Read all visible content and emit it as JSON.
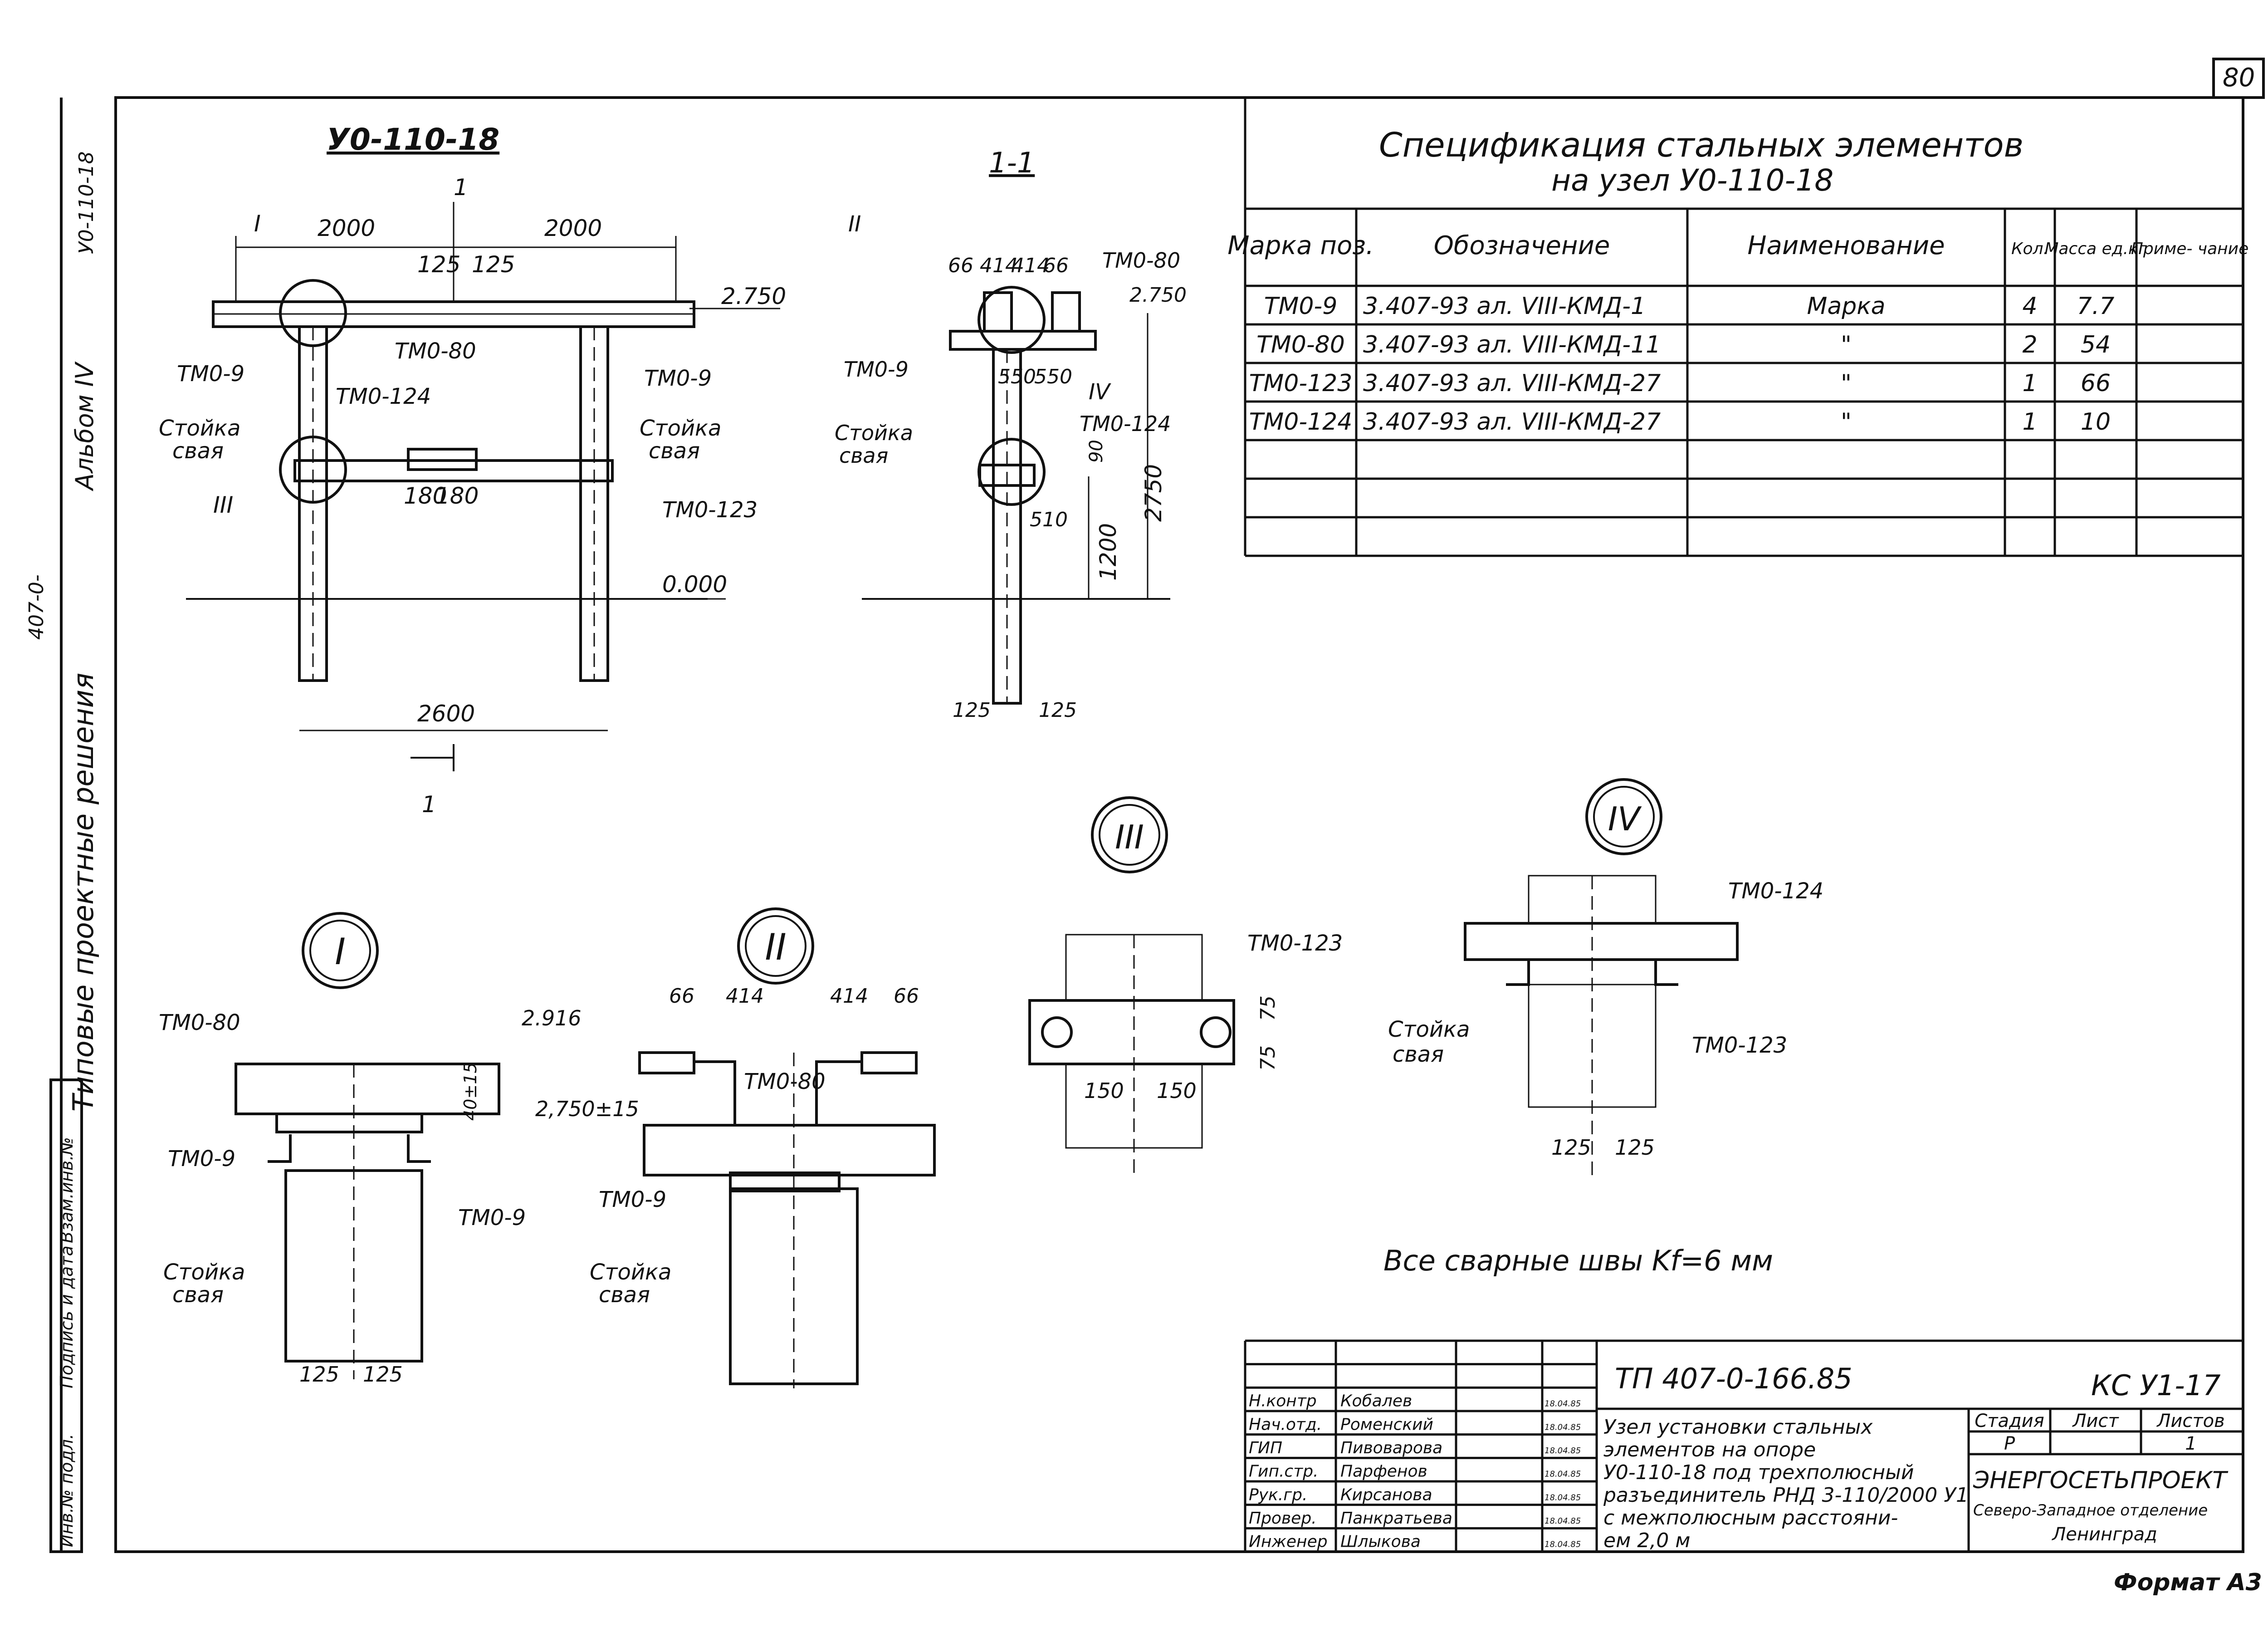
{
  "sheet": {
    "number": "80",
    "format": "Формат А3",
    "side_strip": {
      "series": "Типовые проектные решения",
      "code": "407-0-",
      "album": "Альбом IV",
      "top": "У0-110-18",
      "stamp_cells": [
        "Инв.№ подл.",
        "Подпись и дата",
        "Взам.инв.№"
      ]
    }
  },
  "main_view": {
    "title": "У0-110-18",
    "dims": [
      "2000",
      "2000",
      "125",
      "125",
      "2.750",
      "0.000",
      "180",
      "180",
      "2600"
    ],
    "labels": [
      "ТМ0-9",
      "ТМ0-80",
      "ТМ0-9",
      "ТМ0-124",
      "Стойка",
      "свая",
      "Стойка",
      "свая",
      "ТМ0-123"
    ],
    "section_marks": [
      "I",
      "1",
      "1",
      "III"
    ]
  },
  "section_view": {
    "title": "1-1",
    "dims": [
      "66",
      "414",
      "414",
      "66",
      "2.750",
      "550",
      "550",
      "90",
      "510",
      "1200",
      "2750",
      "125",
      "125"
    ],
    "labels": [
      "ТМ0-80",
      "ТМ0-9",
      "Стойка",
      "свая",
      "ТМ0-124"
    ],
    "section_marks": [
      "II",
      "IV"
    ]
  },
  "detail_I": {
    "mark": "I",
    "dims": [
      "2.916",
      "2,750±15",
      "40±15",
      "125",
      "125"
    ],
    "labels": [
      "ТМ0-80",
      "ТМ0-9",
      "ТМ0-9",
      "Стойка",
      "свая"
    ]
  },
  "detail_II": {
    "mark": "II",
    "dims": [
      "66",
      "414",
      "414",
      "66"
    ],
    "labels": [
      "ТМ0-80",
      "ТМ0-9",
      "Стойка",
      "свая"
    ]
  },
  "detail_III": {
    "mark": "III",
    "dims": [
      "75",
      "75",
      "150",
      "150"
    ],
    "labels": [
      "ТМ0-123"
    ]
  },
  "detail_IV": {
    "mark": "IV",
    "dims": [
      "125",
      "125"
    ],
    "labels": [
      "ТМ0-124",
      "Стойка",
      "свая",
      "ТМ0-123"
    ]
  },
  "weld_note": "Все сварные швы Kf=6 мм",
  "spec_table": {
    "title_line1": "Спецификация стальных элементов",
    "title_line2": "на узел У0-110-18",
    "headers": [
      "Марка поз.",
      "Обозначение",
      "Наименование",
      "Кол.",
      "Масса ед.кг",
      "Приме- чание"
    ],
    "rows": [
      [
        "ТМ0-9",
        "3.407-93 ал. VIII-КМД-1",
        "Марка",
        "4",
        "7.7",
        ""
      ],
      [
        "ТМ0-80",
        "3.407-93 ал. VIII-КМД-11",
        "\"",
        "2",
        "54",
        ""
      ],
      [
        "ТМ0-123",
        "3.407-93 ал. VIII-КМД-27",
        "\"",
        "1",
        "66",
        ""
      ],
      [
        "ТМ0-124",
        "3.407-93 ал. VIII-КМД-27",
        "\"",
        "1",
        "10",
        ""
      ],
      [
        "",
        "",
        "",
        "",
        "",
        ""
      ],
      [
        "",
        "",
        "",
        "",
        "",
        ""
      ],
      [
        "",
        "",
        "",
        "",
        "",
        ""
      ]
    ]
  },
  "title_block": {
    "doc_code": "ТП 407-0-166.85",
    "sheet_code": "КС У1-17",
    "description": [
      "Узел установки стальных",
      "элементов на опоре",
      "У0-110-18 под трехполюсный",
      "разъединитель РНД 3-110/2000 У1",
      "с межполюсным расстояни-",
      "ем 2,0 м"
    ],
    "stage_headers": [
      "Стадия",
      "Лист",
      "Листов"
    ],
    "stage_values": [
      "Р",
      "",
      "1"
    ],
    "org": [
      "ЭНЕРГОСЕТЬПРОЕКТ",
      "Северо-Западное отделение",
      "Ленинград"
    ],
    "signers": [
      {
        "role": "Н.контр",
        "name": "Кобалев",
        "date": "18.04.85"
      },
      {
        "role": "Нач.отд.",
        "name": "Роменский",
        "date": "18.04.85"
      },
      {
        "role": "ГИП",
        "name": "Пивоварова",
        "date": "18.04.85"
      },
      {
        "role": "Гип.стр.",
        "name": "Парфенов",
        "date": "18.04.85"
      },
      {
        "role": "Рук.гр.",
        "name": "Кирсанова",
        "date": "18.04.85"
      },
      {
        "role": "Провер.",
        "name": "Панкратьева",
        "date": "18.04.85"
      },
      {
        "role": "Инженер",
        "name": "Шлыкова",
        "date": "18.04.85"
      }
    ]
  }
}
